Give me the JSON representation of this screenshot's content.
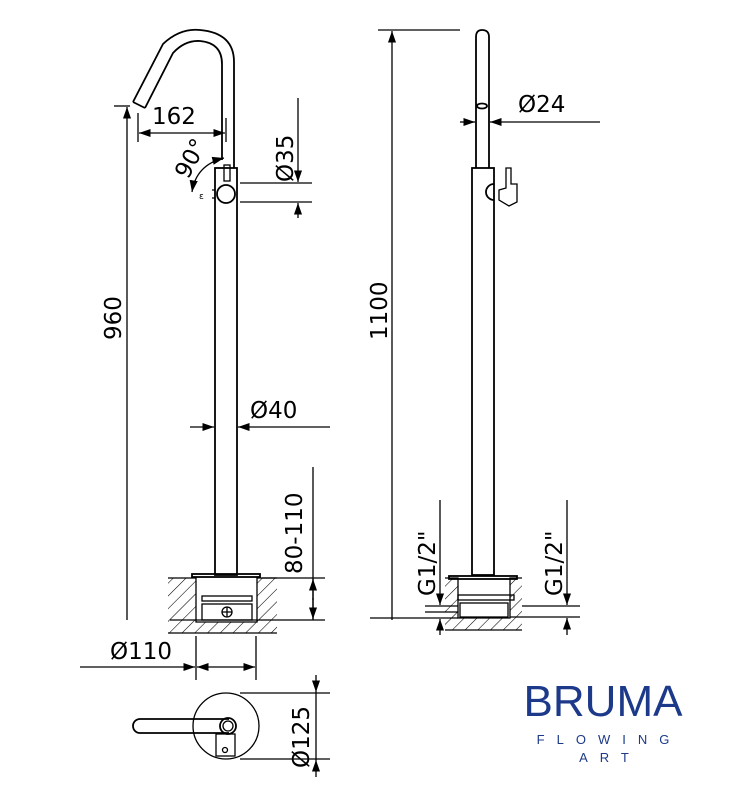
{
  "drawing": {
    "front_view": {
      "spout_reach": "162",
      "swivel_angle": "90°",
      "handle_diameter": "Ø35",
      "total_height": "960",
      "body_diameter": "Ø40",
      "installation_depth": "80-110",
      "flange_diameter": "Ø110",
      "rosette_diameter": "Ø125"
    },
    "side_view": {
      "total_height": "1100",
      "spout_diameter": "Ø24",
      "connection_left": "G1/2\"",
      "connection_right": "G1/2\""
    }
  },
  "logo": {
    "brand": "BRUMA",
    "tagline_1": "FLOWING",
    "tagline_2": "ART",
    "color": "#1d3a8a"
  }
}
